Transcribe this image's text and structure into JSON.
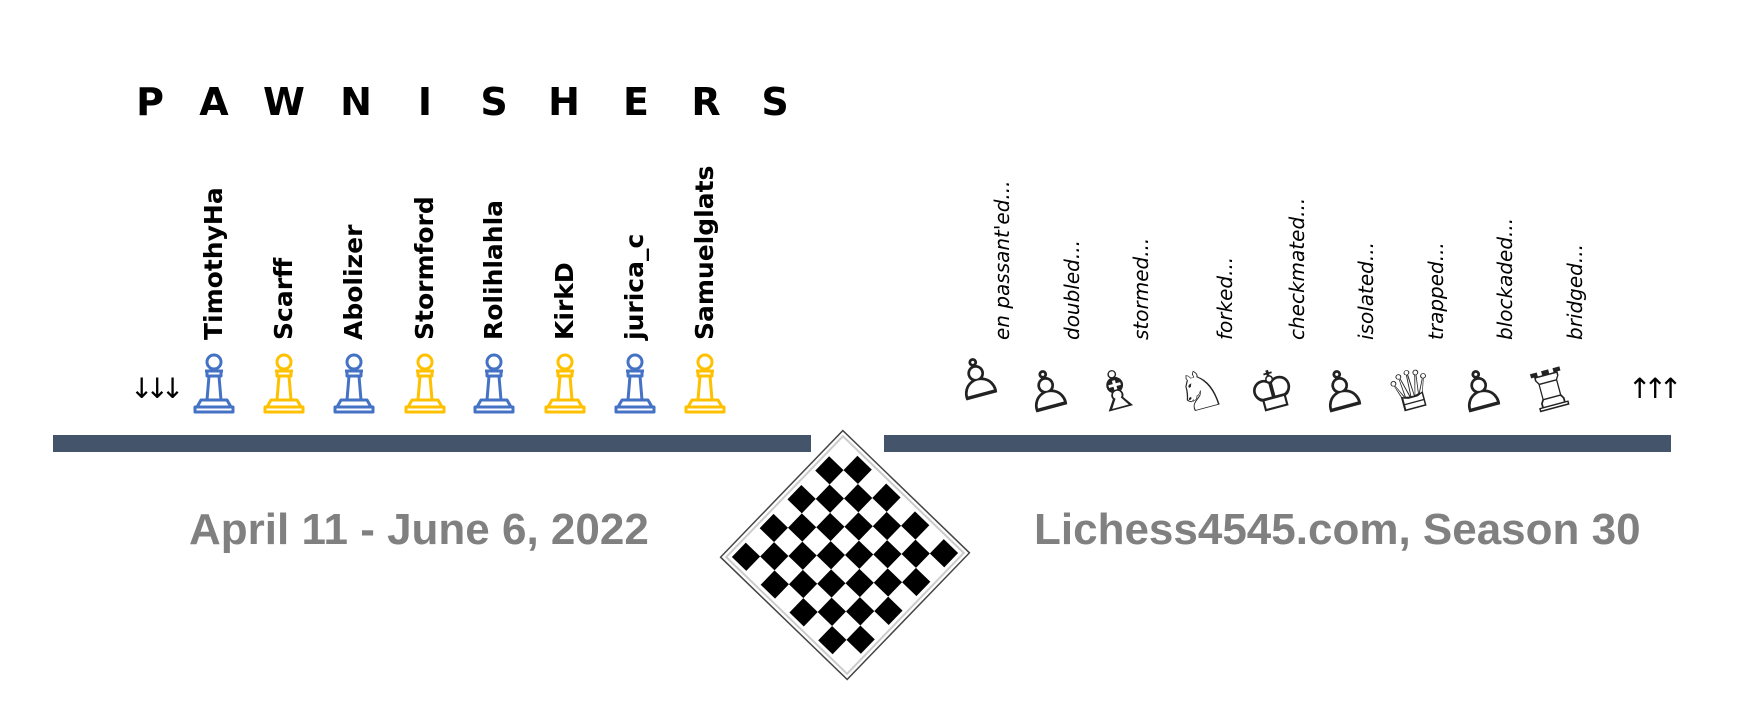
{
  "title": [
    "P",
    "A",
    "W",
    "N",
    "I",
    "S",
    "H",
    "E",
    "R",
    "S"
  ],
  "players": [
    {
      "name": "TimothyHa",
      "color": "#4472C4"
    },
    {
      "name": "Scarff",
      "color": "#FFC000"
    },
    {
      "name": "Abolizer",
      "color": "#4472C4"
    },
    {
      "name": "Stormford",
      "color": "#FFC000"
    },
    {
      "name": "Rolihlahla",
      "color": "#4472C4"
    },
    {
      "name": "KirkD",
      "color": "#FFC000"
    },
    {
      "name": "jurica_c",
      "color": "#4472C4"
    },
    {
      "name": "Samuelglats",
      "color": "#FFC000"
    }
  ],
  "verbs": [
    {
      "label": "en passant'ed...",
      "icon": "pawn-icon",
      "glyph": "♙"
    },
    {
      "label": "doubled...",
      "icon": "pawn-icon",
      "glyph": "♙"
    },
    {
      "label": "stormed...",
      "icon": "bishop-icon",
      "glyph": "♗"
    },
    {
      "label": "forked...",
      "icon": "knight-icon",
      "glyph": "♘"
    },
    {
      "label": "checkmated...",
      "icon": "king-icon",
      "glyph": "♔"
    },
    {
      "label": "isolated...",
      "icon": "pawn-icon",
      "glyph": "♙"
    },
    {
      "label": "trapped...",
      "icon": "queen-icon",
      "glyph": "♕"
    },
    {
      "label": "blockaded...",
      "icon": "pawn-icon",
      "glyph": "♙"
    },
    {
      "label": "bridged...",
      "icon": "rook-icon",
      "glyph": "♖"
    }
  ],
  "down_arrows": "↓↓↓",
  "up_arrows": "↑↑↑",
  "dates": "April 11 - June 6, 2022",
  "league": "Lichess4545.com, Season 30",
  "colors": {
    "bar": "#44546A",
    "caption": "#808080",
    "team_blue": "#4472C4",
    "team_yellow": "#FFC000"
  }
}
